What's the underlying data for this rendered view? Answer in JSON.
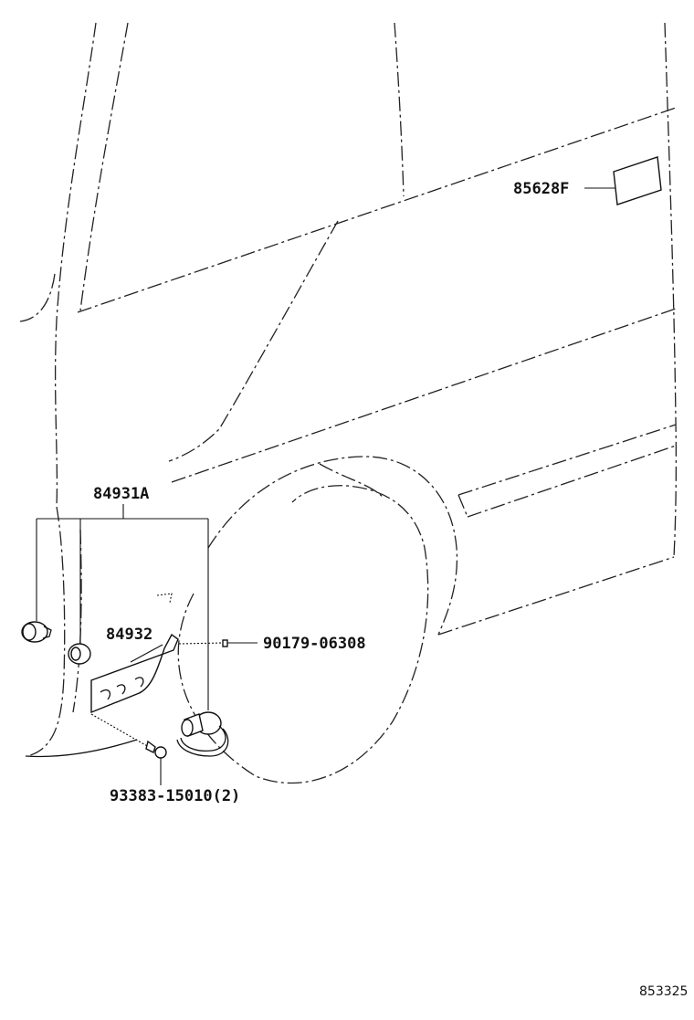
{
  "diagram": {
    "reference_code": "853325",
    "labels": {
      "emblem_plate": "85628F",
      "sensor_assy": "84931A",
      "bracket": "84932",
      "clip": "90179-06308",
      "screw": "93383-15010(2)"
    }
  }
}
